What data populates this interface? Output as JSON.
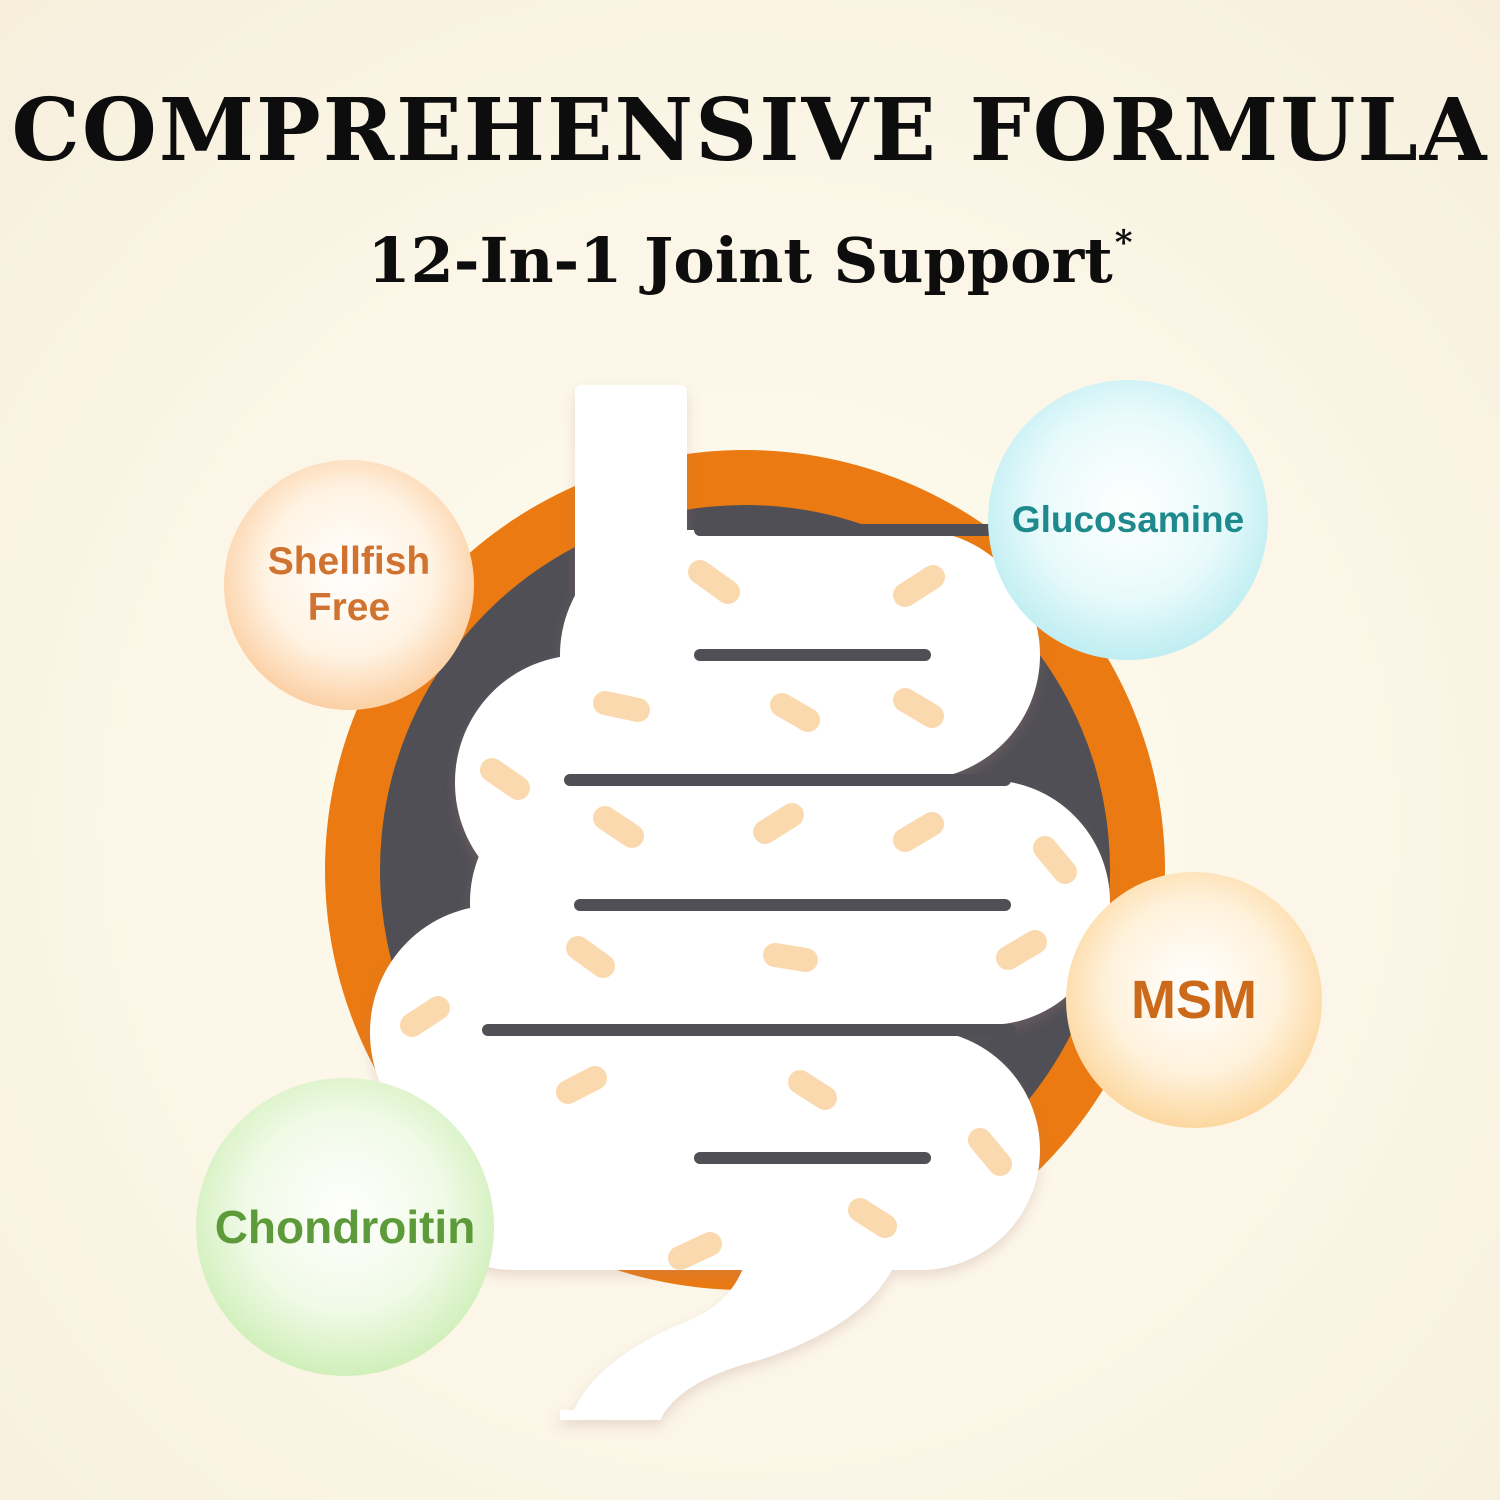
{
  "header": {
    "title": "COMPREHENSIVE FORMULA",
    "subtitle": "12-In-1 Joint Support",
    "subtitle_mark": "*"
  },
  "illustration": {
    "icon": "intestine-icon",
    "colors": {
      "ring": "#ea7a11",
      "inner_disc": "#4f4f55",
      "tube": "#ffffff",
      "fiber_dashes": "#fbd9ae"
    }
  },
  "ingredients": [
    {
      "line1": "Shellfish",
      "line2": "Free",
      "color": "#d07330"
    },
    {
      "label": "Glucosamine",
      "color": "#1f8a8d"
    },
    {
      "label": "MSM",
      "color": "#cc6a1c"
    },
    {
      "label": "Chondroitin",
      "color": "#5d9a3a"
    }
  ]
}
